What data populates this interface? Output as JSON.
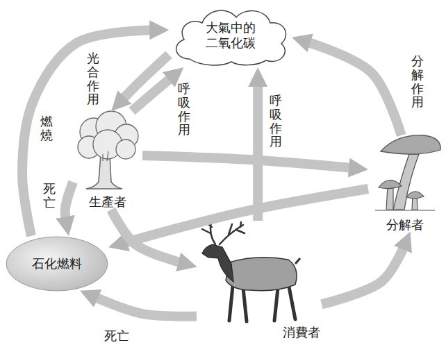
{
  "diagram": {
    "nodes": [
      {
        "text": [
          "大氣中的 二氧化碳"
        ]
      },
      {
        "text": [
          "生產者"
        ]
      },
      {
        "text": [
          "分解者"
        ]
      },
      {
        "text": [
          "石化燃料"
        ]
      },
      {
        "text": [
          "消費者"
        ]
      }
    ],
    "edges": [
      {
        "from": 3,
        "to": 0,
        "arrow": "to",
        "label": "燃燒"
      },
      {
        "from": 0,
        "to": 1,
        "arrow": "to",
        "label": "光合作用"
      },
      {
        "from": 1,
        "to": 0,
        "arrow": "to",
        "label": "呼吸作用"
      },
      {
        "from": 1,
        "to": 3,
        "arrow": "to",
        "label": "死亡"
      },
      {
        "from": 1,
        "to": 2,
        "arrow": "to"
      },
      {
        "from": 4,
        "to": 0,
        "arrow": "to",
        "label": "呼吸作用"
      },
      {
        "from": 2,
        "to": 0,
        "arrow": "to",
        "label": "分解作用"
      },
      {
        "from": 2,
        "to": 3,
        "arrow": "to"
      },
      {
        "from": 1,
        "to": 4,
        "arrow": "to"
      },
      {
        "from": 4,
        "to": 3,
        "arrow": "to",
        "label": "死亡"
      },
      {
        "from": 4,
        "to": 2,
        "arrow": "to"
      }
    ]
  }
}
